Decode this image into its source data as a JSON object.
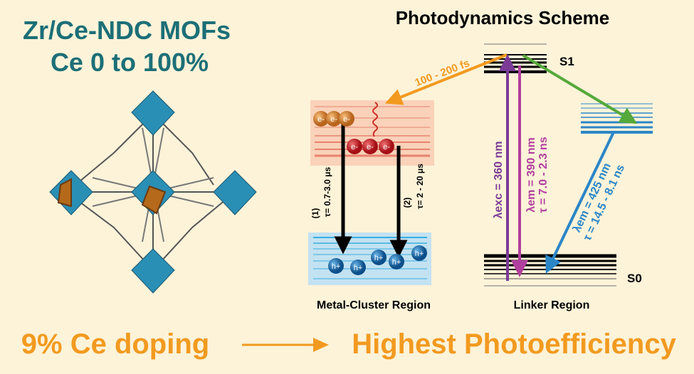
{
  "left_title": {
    "line1": "Zr/Ce-NDC MOFs",
    "line2": "Ce 0 to 100%"
  },
  "scheme_title": "Photodynamics Scheme",
  "transfer_time": "100 - 200 fs",
  "electron_label": "e-",
  "hole_label": "h+",
  "path1": {
    "label": "(1)",
    "tau": "τ= 0.7-3.0 μs"
  },
  "path2": {
    "label": "(2)",
    "tau": "τ= 2 - 20 μs"
  },
  "excitation": "λexc = 360 nm",
  "emission1": {
    "wavelength": "λem = 390 nm",
    "tau": "τ = 7.0 - 2.3 ns"
  },
  "emission2": {
    "wavelength": "λem = 425 nm",
    "tau": "τ = 14.5 - 8.1 ns"
  },
  "state_s1": "S1",
  "state_s0": "S0",
  "region_metal": "Metal-Cluster Region",
  "region_linker": "Linker Region",
  "bottom": {
    "left": "9% Ce doping",
    "right": "Highest Photoefficiency"
  },
  "colors": {
    "background": "#fdf3d9",
    "teal": "#1c6f77",
    "orange": "#f29a1f",
    "purple": "#7b3b97",
    "magenta": "#b13f9e",
    "blue": "#2b86c8",
    "green": "#55a93a"
  }
}
